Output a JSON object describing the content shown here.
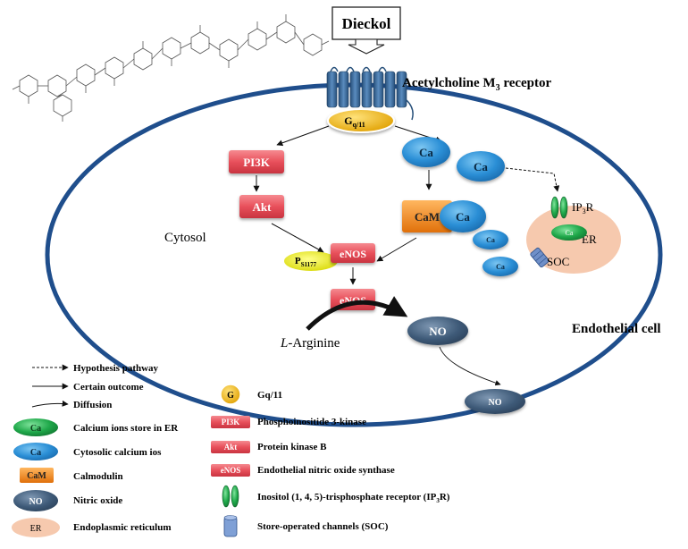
{
  "drug": {
    "label": "Dieckol"
  },
  "receptor": {
    "label_pre": "Acetylcholine M",
    "label_sub": "3",
    "label_post": " receptor"
  },
  "gq": {
    "label_main": "G",
    "label_sub": "q/11"
  },
  "cytosol_label": "Cytosol",
  "cell_label": "Endothelial cell",
  "pi3k": "PI3K",
  "akt": "Akt",
  "ca": "Ca",
  "cam": "CaM",
  "enos": "eNOS",
  "ps_main": "P",
  "ps_sub": "S1177",
  "no": "NO",
  "ip3r": {
    "main": "IP",
    "sub": "3",
    "post": "R"
  },
  "er_label": "ER",
  "soc_label": "SOC",
  "arginine": {
    "italic": "L",
    "rest": "-Arginine"
  },
  "legend_left": [
    {
      "icon": "dashed-arrow",
      "text": "Hypothesis pathway"
    },
    {
      "icon": "solid-arrow",
      "text": "Certain outcome"
    },
    {
      "icon": "curved-arrow",
      "text": "Diffusion"
    },
    {
      "icon": "green-ca",
      "badge": "Ca",
      "text": "Calcium ions store in ER"
    },
    {
      "icon": "blue-ca",
      "badge": "Ca",
      "text": "Cytosolic calcium ios"
    },
    {
      "icon": "cam-box",
      "badge": "CaM",
      "text": "Calmodulin"
    },
    {
      "icon": "no-ellipse",
      "badge": "NO",
      "text": "Nitric oxide"
    },
    {
      "icon": "er-ellipse",
      "badge": "ER",
      "text": "Endoplasmic reticulum"
    }
  ],
  "legend_right": [
    {
      "icon": "g-circle",
      "badge": "G",
      "text": "Gq/11"
    },
    {
      "icon": "red-box",
      "badge": "PI3K",
      "text": "Phosphoinositide 3-kinase"
    },
    {
      "icon": "red-box",
      "badge": "Akt",
      "text": "Protein kinase B"
    },
    {
      "icon": "red-box",
      "badge": "eNOS",
      "text": "Endothelial nitric oxide synthase"
    },
    {
      "icon": "ip3r-icon",
      "text_pre": "Inositol (1, 4, 5)-trisphosphate receptor (IP",
      "text_sub": "3",
      "text_post": "R)"
    },
    {
      "icon": "soc-icon",
      "text": "Store-operated channels (SOC)"
    }
  ],
  "colors": {
    "membrane": "#1f4e8c",
    "receptor": "#3d6f9c",
    "red_box": "#e8505b",
    "ca_blue": "#2b8fd6",
    "ca_green": "#1fa84a",
    "cam_orange": "#f08a1e",
    "no_dark": "#3e5a78",
    "er_pink": "#f6c9ae",
    "ps_yellow": "#e6e61e",
    "gq_gold": "#f2b705"
  }
}
